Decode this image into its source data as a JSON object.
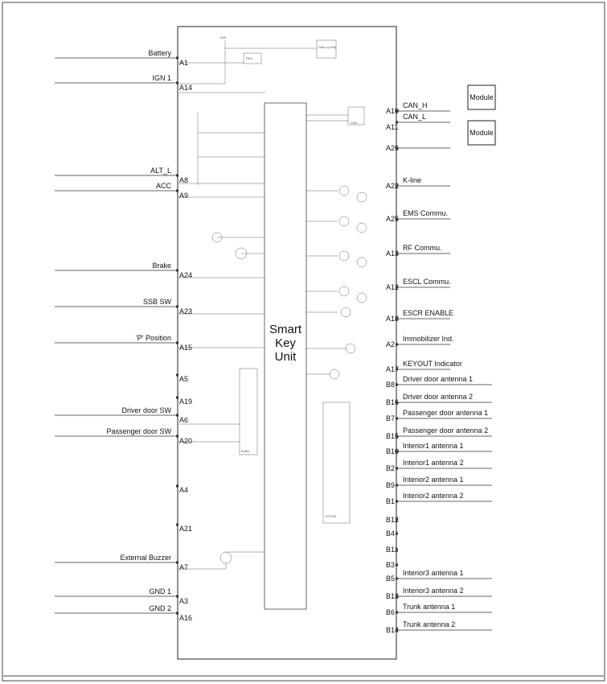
{
  "unit_label": [
    "Smart",
    "Key",
    "Unit"
  ],
  "left_inputs": [
    {
      "label": "Battery",
      "pin": "A1"
    },
    {
      "label": "IGN 1",
      "pin": "A14"
    },
    {
      "label": "ALT_L",
      "pin": "A8"
    },
    {
      "label": "ACC",
      "pin": "A9"
    },
    {
      "label": "Brake",
      "pin": "A24"
    },
    {
      "label": "SSB SW",
      "pin": "A23"
    },
    {
      "label": "'P' Position",
      "pin": "A15"
    },
    {
      "label": "Driver door SW",
      "pin": "A6"
    },
    {
      "label": "Passenger door SW",
      "pin": "A20"
    },
    {
      "label": "External Buzzer",
      "pin": "A7"
    },
    {
      "label": "GND 1",
      "pin": "A3"
    },
    {
      "label": "GND 2",
      "pin": "A16"
    }
  ],
  "left_unused_pins": [
    "A5",
    "A19",
    "A4",
    "A21"
  ],
  "right_signals": [
    {
      "label": "CAN_H",
      "pin": "A10"
    },
    {
      "label": "CAN_L",
      "pin": "A11"
    },
    {
      "label": "",
      "pin": "A26"
    },
    {
      "label": "K-line",
      "pin": "A22"
    },
    {
      "label": "EMS Commu.",
      "pin": "A25"
    },
    {
      "label": "RF Commu.",
      "pin": "A13"
    },
    {
      "label": "ESCL Commu.",
      "pin": "A12"
    },
    {
      "label": "ESCR ENABLE",
      "pin": "A18"
    },
    {
      "label": "Immobilizer Ind.",
      "pin": "A2"
    },
    {
      "label": "KEYOUT Indicator",
      "pin": "A17"
    }
  ],
  "modules": [
    "Module",
    "Module"
  ],
  "antennas": [
    {
      "label": "Driver door antenna 1",
      "pin": "B8"
    },
    {
      "label": "Driver door antenna 2",
      "pin": "B16"
    },
    {
      "label": "Passenger door antenna 1",
      "pin": "B7"
    },
    {
      "label": "Passenger door antenna 2",
      "pin": "B15"
    },
    {
      "label": "Interior1 antenna 1",
      "pin": "B10"
    },
    {
      "label": "Interior1 antenna 2",
      "pin": "B2"
    },
    {
      "label": "Interior2 antenna 1",
      "pin": "B9"
    },
    {
      "label": "Interior2 antenna 2",
      "pin": "B1"
    },
    {
      "label": "",
      "pin": "B12"
    },
    {
      "label": "",
      "pin": "B4"
    },
    {
      "label": "",
      "pin": "B11"
    },
    {
      "label": "",
      "pin": "B3"
    },
    {
      "label": "Interior3 antenna 1",
      "pin": "B5"
    },
    {
      "label": "Interior3 antenna 2",
      "pin": "B13"
    },
    {
      "label": "Trunk antenna 1",
      "pin": "B6"
    },
    {
      "label": "Trunk antenna 2",
      "pin": "B14"
    }
  ],
  "internal_labels": {
    "can": "CAN",
    "buffer": "Buffer",
    "driver_ic": "ATIC54",
    "vdd": "VDD",
    "step_up": "Step up Reg",
    "reg": "REG"
  }
}
